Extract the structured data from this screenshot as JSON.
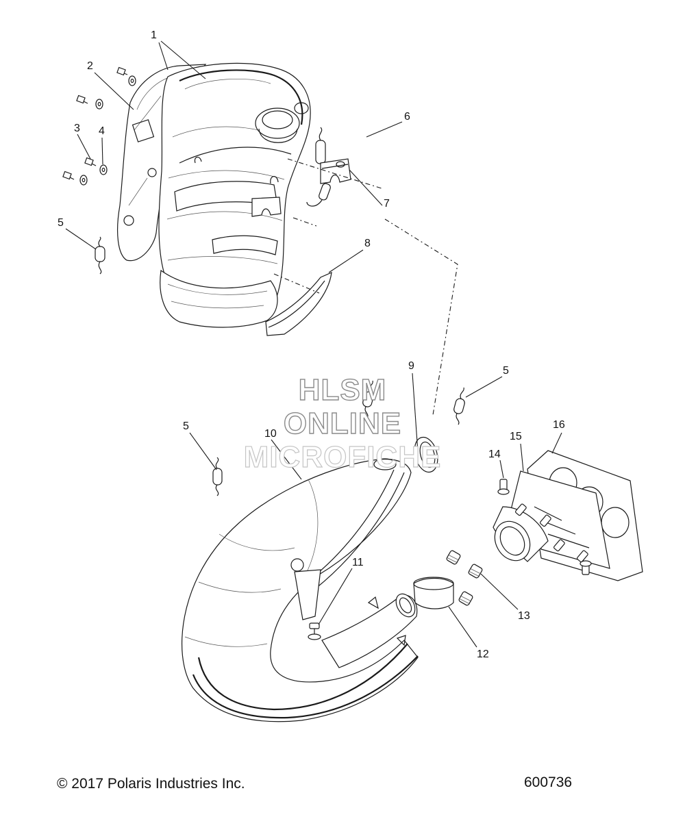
{
  "callouts": [
    "1",
    "2",
    "3",
    "4",
    "5",
    "6",
    "7",
    "8",
    "9",
    "5",
    "5",
    "10",
    "11",
    "12",
    "13",
    "14",
    "15",
    "16"
  ],
  "watermark": {
    "line1": "HLSM",
    "line2": "ONLINE",
    "line3": "MICROFICHE"
  },
  "footer": {
    "copyright": "© 2017 Polaris Industries Inc.",
    "diagram_number": "600736"
  },
  "colors": {
    "line": "#1a1a1a",
    "watermark_stroke": "#8a8a8a",
    "background": "#ffffff"
  }
}
